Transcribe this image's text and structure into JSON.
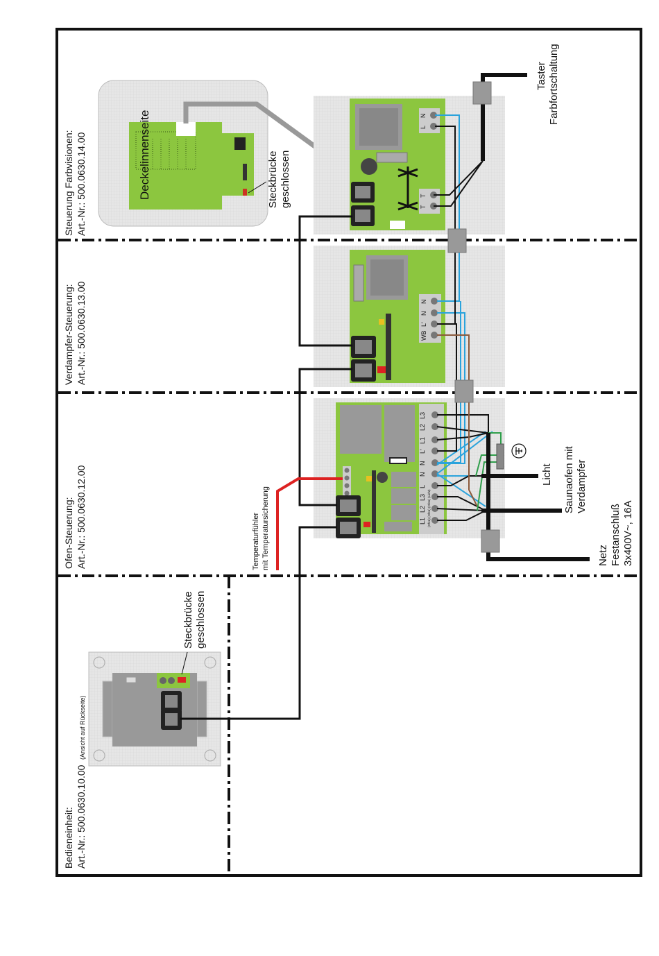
{
  "sections": [
    {
      "id": "steuerung-farbvisionen",
      "title": "Steuerung Farbvisionen:",
      "art_nr": "Art.-Nr.: 500.0630.14.00"
    },
    {
      "id": "verdampfer-steuerung",
      "title": "Verdampfer-Steuerung:",
      "art_nr": "Art.-Nr.: 500.0630.13.00"
    },
    {
      "id": "ofen-steuerung",
      "title": "Ofen-Steuerung:",
      "art_nr": "Art.-Nr.: 500.0630.12.00"
    },
    {
      "id": "bedieneinheit",
      "title": "Bedieneinheit:",
      "art_nr": "Art.-Nr.: 500.0630.10.00",
      "note": "(Ansicht auf Rückseite)"
    }
  ],
  "labels": {
    "deckelinnenseite": "Deckelinnenseite",
    "steckbruecke_1": "Steckbrücke",
    "steckbruecke_2": "geschlossen",
    "temp_1": "Temperaturfühler",
    "temp_2": "mit Temperatursicherung",
    "taster_1": "Taster",
    "taster_2": "Farbfortschaltung",
    "licht": "Licht",
    "saunaofen_1": "Saunaofen mit",
    "saunaofen_2": "Verdampfer",
    "netz_1": "Netz",
    "netz_2": "Festanschluß",
    "netz_3": "3x400V~, 16A"
  },
  "terminals": {
    "farb_top": [
      "N",
      "L"
    ],
    "farb_bottom": [
      "T",
      "T"
    ],
    "verdampfer": [
      "N",
      "N",
      "L'",
      "WB"
    ],
    "ofen": [
      "L3",
      "L2",
      "L1",
      "L'",
      "N",
      "N",
      "L",
      "L3",
      "L2",
      "L1"
    ],
    "ofen_sub": "(Ofen) (Ofen) (Ofen) (Licht)"
  },
  "colors": {
    "frame": "#111111",
    "pcb": "#8cc63f",
    "panel": "#e3e3e3",
    "wire_blue": "#2aa3dc",
    "wire_brown": "#8b5a3c",
    "wire_green": "#2e9e4a",
    "wire_red": "#dd2222",
    "cable_gray": "#999999"
  }
}
